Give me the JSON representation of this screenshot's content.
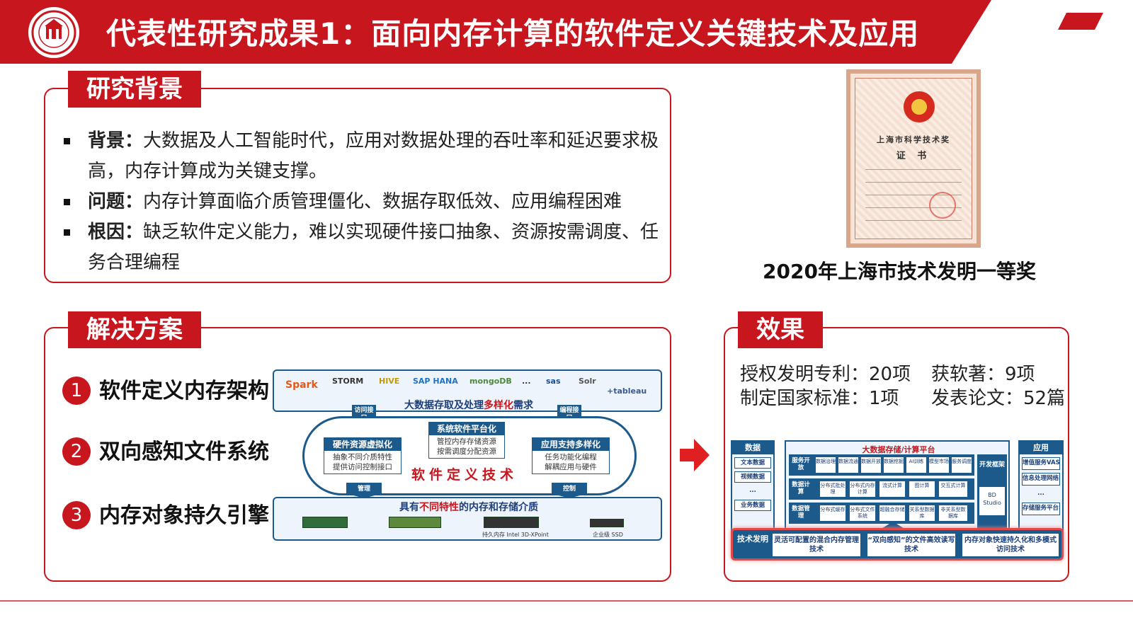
{
  "header": {
    "title": "代表性研究成果1：面向内存计算的软件定义关键技术及应用",
    "brand_color": "#c8161e"
  },
  "background": {
    "tab": "研究背景",
    "items": [
      {
        "key": "背景：",
        "text": "大数据及人工智能时代，应用对数据处理的吞吐率和延迟要求极高，内存计算成为关键支撑。"
      },
      {
        "key": "问题：",
        "text": "内存计算面临介质管理僵化、数据存取低效、应用编程困难"
      },
      {
        "key": "根因：",
        "text": "缺乏软件定义能力，难以实现硬件接口抽象、资源按需调度、任务合理编程"
      }
    ]
  },
  "certificate": {
    "line1": "上海市科学技术奖",
    "line2": "证 书",
    "caption": "2020年上海市技术发明一等奖"
  },
  "solution": {
    "tab": "解决方案",
    "items": [
      {
        "num": "1",
        "label": "软件定义内存架构"
      },
      {
        "num": "2",
        "label": "双向感知文件系统"
      },
      {
        "num": "3",
        "label": "内存对象持久引擎"
      }
    ],
    "diagram": {
      "logos": [
        "Spark",
        "STORM",
        "HIVE",
        "SAP HANA",
        "mongoDB",
        "...",
        "sas",
        "Solr",
        "+tableau"
      ],
      "top_head_pre": "大数据存取及处理",
      "top_head_hl": "多样化",
      "top_head_post": "需求",
      "tag_left_top": "访问接口",
      "tag_right_top": "编程接口",
      "tag_left_bottom": "管理",
      "tag_right_bottom": "控制",
      "card_left_head": "硬件资源虚拟化",
      "card_left_body1": "抽象不同介质特性",
      "card_left_body2": "提供访问控制接口",
      "card_mid_head": "系统软件平台化",
      "card_mid_body1": "管控内存存储资源",
      "card_mid_body2": "按需调度分配资源",
      "card_right_head": "应用支持多样化",
      "card_right_body1": "任务功能化编程",
      "card_right_body2": "解耦应用与硬件",
      "center": "软件定义技术",
      "bottom_head_pre": "具有",
      "bottom_head_hl": "不同特性",
      "bottom_head_post": "的内存和存储介质",
      "mem_label_1": "持久内存 Intel 3D-XPoint",
      "mem_label_2": "企业级 SSD"
    }
  },
  "effect": {
    "tab": "效果",
    "stats": [
      [
        "授权发明专利：20项",
        "获软著：9项"
      ],
      [
        "制定国家标准：1项",
        "发表论文：52篇"
      ]
    ],
    "platform": {
      "left_head": "数据",
      "left_items": [
        "文本数据",
        "视频数据",
        "...",
        "业务数据"
      ],
      "main_title": "大数据存储/计算平台",
      "rows": [
        {
          "label": "服务开放",
          "boxes": [
            "数据治理",
            "数据流通",
            "数据开放",
            "数据挖掘",
            "AI训练",
            "模型市场",
            "服务调度"
          ]
        },
        {
          "label": "数据计算",
          "boxes": [
            "分布式批处理",
            "分布式内存计算",
            "流式计算",
            "图计算",
            "交互式计算"
          ]
        },
        {
          "label": "数据管理",
          "boxes": [
            "分布式缓存",
            "分布式文件系统",
            "超融合存储",
            "关系型数据库",
            "非关系型数据库"
          ]
        }
      ],
      "dev_label": "开发框架",
      "dev_box": "BD Studio",
      "right_head": "应用",
      "right_items": [
        "增值服务VAS",
        "信息处理网络IPN",
        "...",
        "存储服务平台SSP"
      ],
      "tech_label": "技术发明",
      "tech_boxes": [
        "灵活可配置的混合内存管理技术",
        "“双向感知”的文件高效读写技术",
        "内存对象快速持久化和多模式访问技术"
      ]
    }
  }
}
